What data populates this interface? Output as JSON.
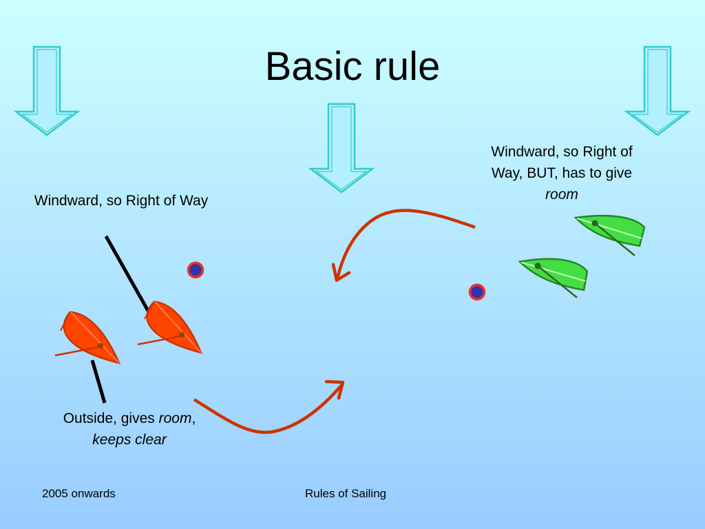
{
  "slide": {
    "title": "Basic rule",
    "background_top": "#ccffff",
    "background_bottom": "#99ccff"
  },
  "labels": {
    "left_windward": "Windward, so Right of Way",
    "right_windward_line1": "Windward, so Right of",
    "right_windward_line2": "Way, BUT, has to give",
    "right_windward_room": "room",
    "outside_prefix": "Outside, gives ",
    "outside_room": "room",
    "outside_comma": ",",
    "outside_keeps_clear": "keeps clear"
  },
  "footer": {
    "left": "2005 onwards",
    "center": "Rules of Sailing"
  },
  "colors": {
    "wind_arrow_fill": "#b3f0ff",
    "wind_arrow_stroke": "#33cccc",
    "red_boat": "#ff4400",
    "red_boat_outline": "#cc3300",
    "red_arrow": "#cc3300",
    "green_boat": "#44dd44",
    "green_boat_outline": "#228822",
    "mark_fill": "#3333aa",
    "mark_ring": "#ee3322",
    "pointer_line": "#000000"
  },
  "icons": {
    "wind": "down-arrow-icon",
    "mark": "buoy-mark",
    "boat": "sailboat-icon"
  }
}
